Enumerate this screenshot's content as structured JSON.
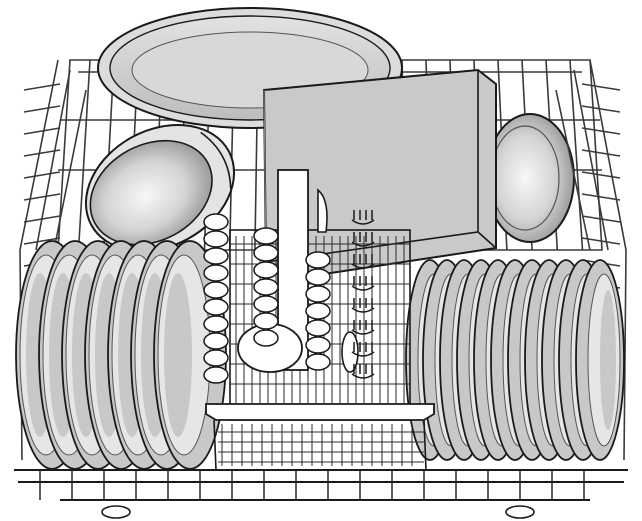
{
  "illustration": {
    "subject": "dishwasher-lower-basket-loaded",
    "colors": {
      "background": "#ffffff",
      "line": "#1a1a1a",
      "rack_wire": "#3a3a3a",
      "dish_light": "#e6e6e6",
      "dish_mid": "#c8c8c8",
      "dish_dark": "#9a9a9a",
      "panel_fill": "#c9c9c9"
    },
    "left_plates": 7,
    "right_plates": 11,
    "cutlery_columns": 3,
    "fork_rows": 8
  }
}
